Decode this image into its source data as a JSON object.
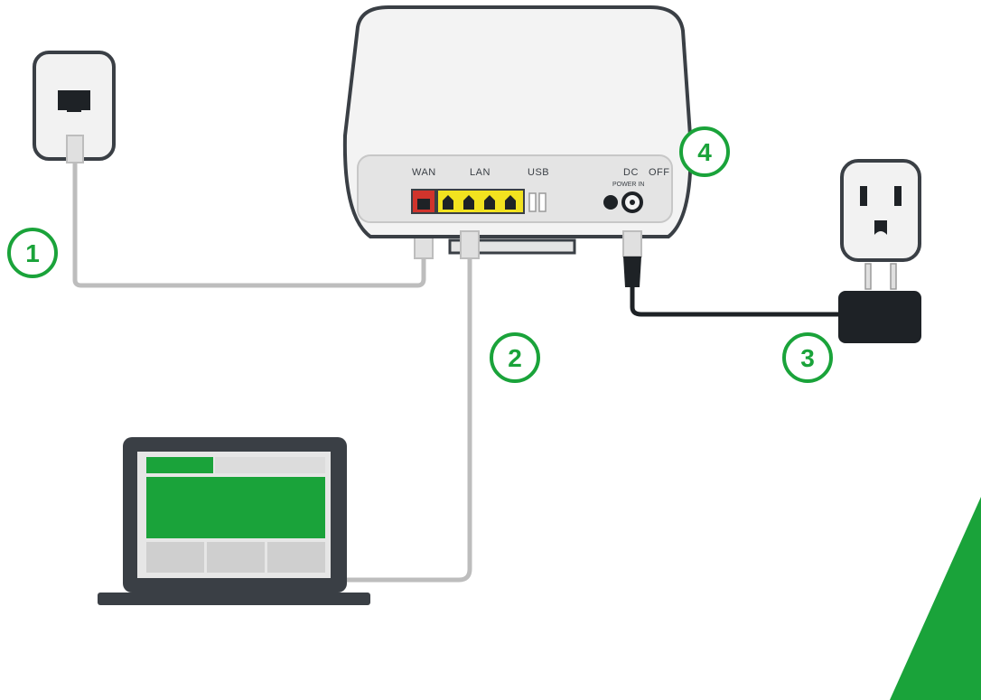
{
  "router": {
    "ports": {
      "wan": "WAN",
      "lan": "LAN",
      "usb": "USB",
      "dc": "DC",
      "off": "OFF",
      "power_in": "POWER IN"
    }
  },
  "steps": [
    "1",
    "2",
    "3",
    "4"
  ],
  "colors": {
    "accent_green": "#1aa33a",
    "wan_port": "#d0342c",
    "lan_port": "#f2e21f",
    "cable": "#bdbdbd",
    "device_dark": "#3a3f45"
  },
  "icons": {
    "wall_jack": "ethernet-wall-jack-icon",
    "outlet": "power-outlet-icon",
    "adapter": "power-adapter-icon",
    "laptop": "laptop-icon",
    "router": "router-icon"
  }
}
